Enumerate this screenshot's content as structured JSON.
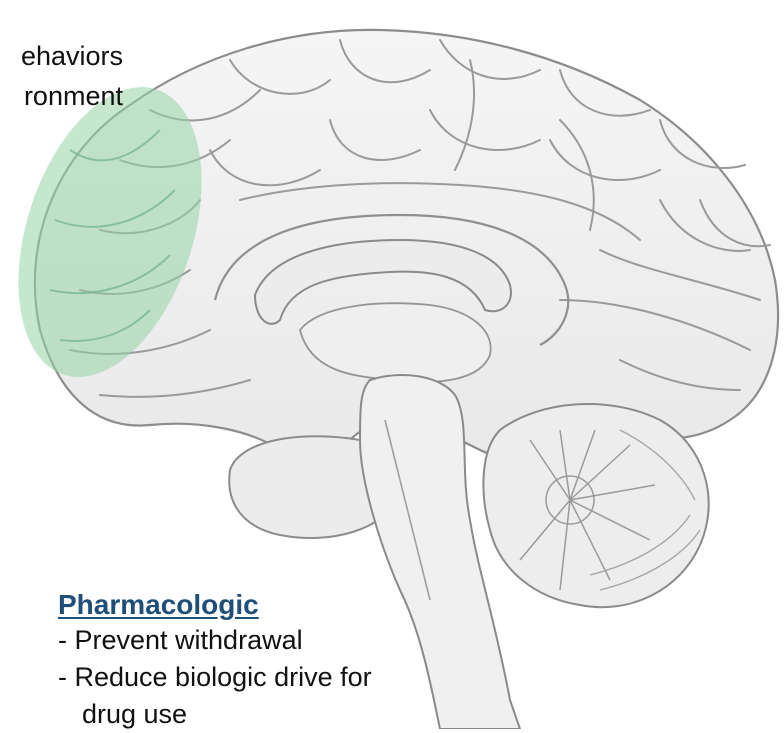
{
  "top_left_text": {
    "line1": "ehaviors",
    "line2": "ronment"
  },
  "pharmacologic": {
    "heading": "Pharmacologic",
    "items": [
      "- Prevent withdrawal",
      "- Reduce biologic drive for",
      "drug use"
    ]
  },
  "highlight": {
    "region": "prefrontal-cortex",
    "color": "#93d3a6"
  }
}
